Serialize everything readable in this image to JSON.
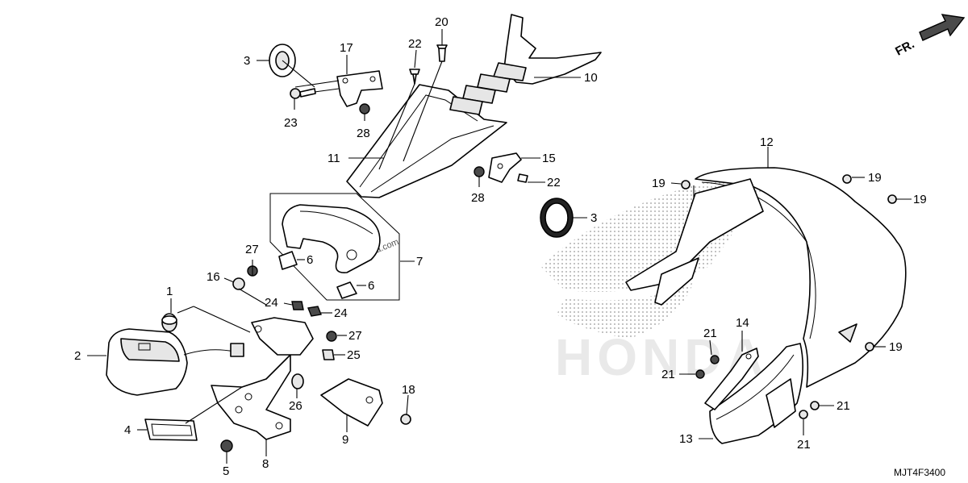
{
  "diagram_code": "MJT4F3400",
  "watermark": "© Partzilla.com",
  "front_indicator": "FR.",
  "callouts": {
    "c1": "1",
    "c2": "2",
    "c3a": "3",
    "c3b": "3",
    "c4": "4",
    "c5": "5",
    "c6a": "6",
    "c6b": "6",
    "c7": "7",
    "c8": "8",
    "c9": "9",
    "c10": "10",
    "c11": "11",
    "c12": "12",
    "c13": "13",
    "c14": "14",
    "c15": "15",
    "c16": "16",
    "c17": "17",
    "c18": "18",
    "c19a": "19",
    "c19b": "19",
    "c19c": "19",
    "c19d": "19",
    "c20": "20",
    "c21a": "21",
    "c21b": "21",
    "c21c": "21",
    "c21d": "21",
    "c22a": "22",
    "c22b": "22",
    "c23": "23",
    "c24a": "24",
    "c24b": "24",
    "c25": "25",
    "c26": "26",
    "c27a": "27",
    "c27b": "27",
    "c28a": "28",
    "c28b": "28"
  },
  "colors": {
    "line": "#000000",
    "logo_watermark": "#d8d8d8",
    "fill": "#ffffff"
  }
}
